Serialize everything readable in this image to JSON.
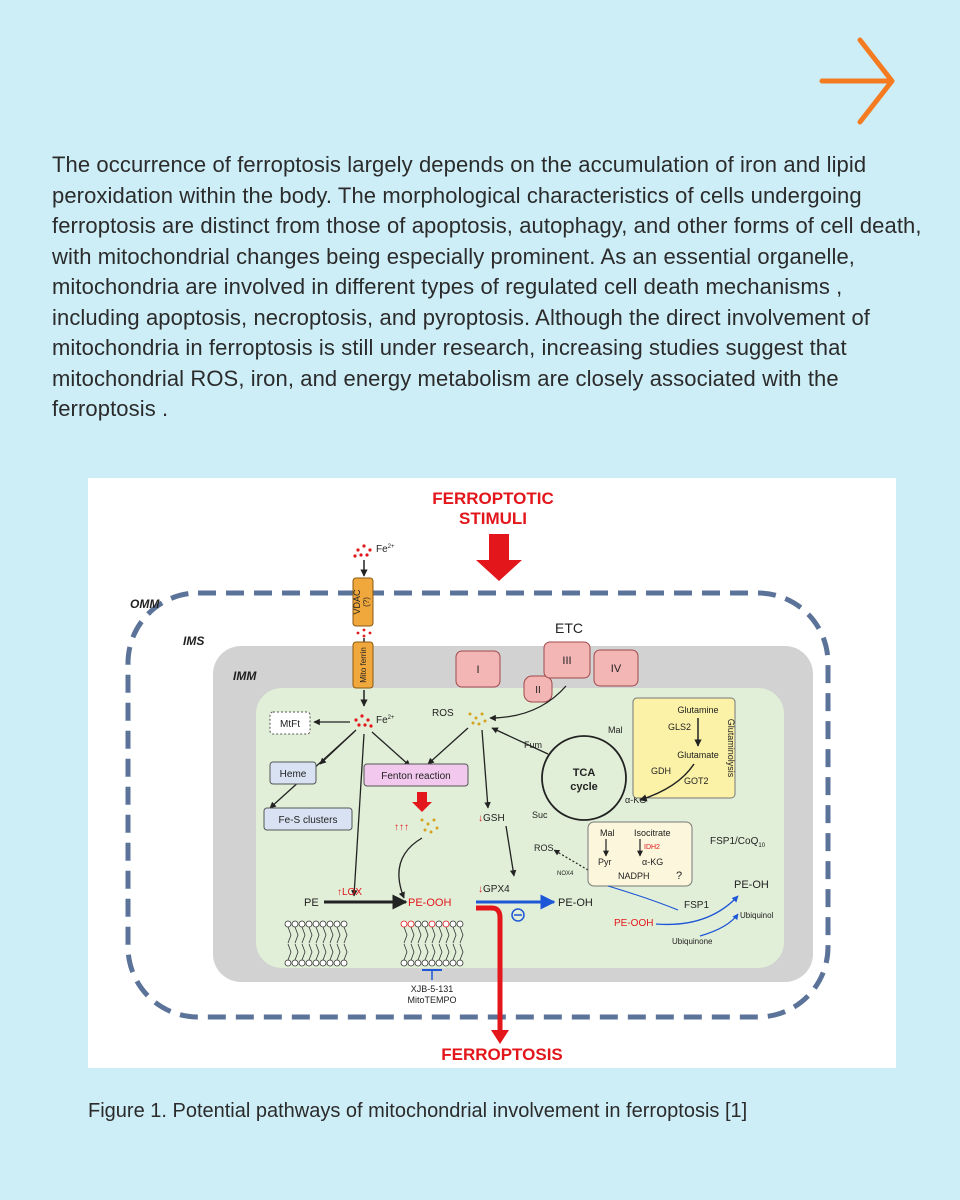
{
  "header": {
    "next_icon": "arrow-right-icon",
    "accent_color": "#f47b20"
  },
  "body_text": "The occurrence of ferroptosis largely depends on the accumulation of iron and lipid peroxidation within the body. The morphological characteristics of cells undergoing ferroptosis are distinct from those of apoptosis, autophagy, and other forms of cell death, with mitochondrial changes being especially prominent. As an essential organelle, mitochondria are involved in different types of regulated cell death mechanisms , including apoptosis, necroptosis, and pyroptosis. Although the direct involvement of mitochondria in ferroptosis is still under research, increasing studies suggest that mitochondrial ROS, iron, and energy metabolism are closely associated with the ferroptosis .",
  "figure": {
    "stimuli_line1": "FERROPTOTIC",
    "stimuli_line2": "STIMULI",
    "omm": "OMM",
    "ims": "IMS",
    "imm": "IMM",
    "fe_top": "Fe",
    "fe_sup": "2+",
    "vdac": "VDAC",
    "vdac_q": "(?)",
    "mitoferrin": "Mito ferrin",
    "etc": "ETC",
    "complex_1": "I",
    "complex_2": "II",
    "complex_3": "III",
    "complex_4": "IV",
    "mtft": "MtFt",
    "fe_matrix": "Fe",
    "ros": "ROS",
    "heme": "Heme",
    "fenton": "Fenton reaction",
    "fes": "Fe-S clusters",
    "tca_1": "TCA",
    "tca_2": "cycle",
    "fum": "Fum",
    "mal": "Mal",
    "suc": "Suc",
    "akg": "α-KG",
    "glutamine": "Glutamine",
    "gls2": "GLS2",
    "glutamate": "Glutamate",
    "gdh": "GDH",
    "got2": "GOT2",
    "glutaminolysis": "Glutaminolysis",
    "gsh": "GSH",
    "ros2": "ROS",
    "nox4": "NOX4",
    "mal2": "Mal",
    "isocitrate": "Isocitrate",
    "idh2": "IDH2",
    "pyr": "Pyr",
    "akg2": "α-KG",
    "nadph": "NADPH",
    "q": "?",
    "fsp1coq": "FSP1/CoQ",
    "coq_sub": "10",
    "pe": "PE",
    "lox": "LOX",
    "peooh": "PE-OOH",
    "gpx4": "GPX4",
    "peoh": "PE-OH",
    "peoh2": "PE-OH",
    "fsp1": "FSP1",
    "ubiquinol": "Ubiquinol",
    "peooh2": "PE-OOH",
    "ubiquinone": "Ubiquinone",
    "xjb": "XJB-5-131",
    "mitotempo": "MitoTEMPO",
    "ferroptosis": "FERROPTOSIS",
    "colors": {
      "red": "#e3161b",
      "blue": "#1d56d6",
      "membrane": "#5b7398",
      "matrix": "#e1efd8",
      "ims_fill": "#d2d2d2",
      "complex": "#f4b5b5"
    }
  },
  "caption": "Figure 1. Potential pathways of mitochondrial involvement in ferroptosis [1]"
}
